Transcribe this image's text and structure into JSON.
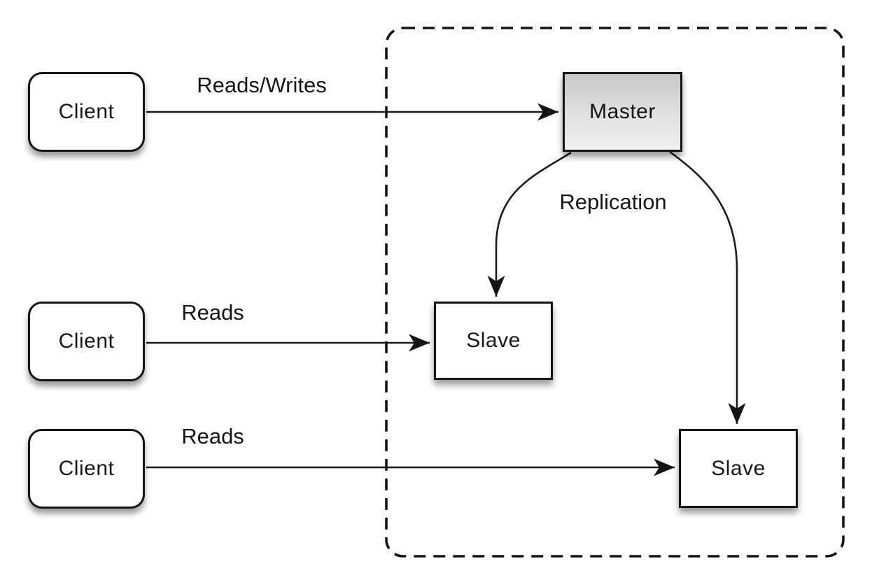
{
  "nodes": {
    "clients": [
      {
        "label": "Client"
      },
      {
        "label": "Client"
      },
      {
        "label": "Client"
      }
    ],
    "master": {
      "label": "Master"
    },
    "slaves": [
      {
        "label": "Slave"
      },
      {
        "label": "Slave"
      }
    ]
  },
  "edges": {
    "reads_writes": {
      "label": "Reads/Writes"
    },
    "reads_top": {
      "label": "Reads"
    },
    "reads_bottom": {
      "label": "Reads"
    },
    "replication": {
      "label": "Replication"
    }
  },
  "colors": {
    "stroke": "#1a1a1a",
    "node_fill": "#ffffff",
    "master_gradient_top": "#c7c7c7",
    "master_gradient_bottom": "#f0f0f0",
    "background": "#ffffff"
  }
}
